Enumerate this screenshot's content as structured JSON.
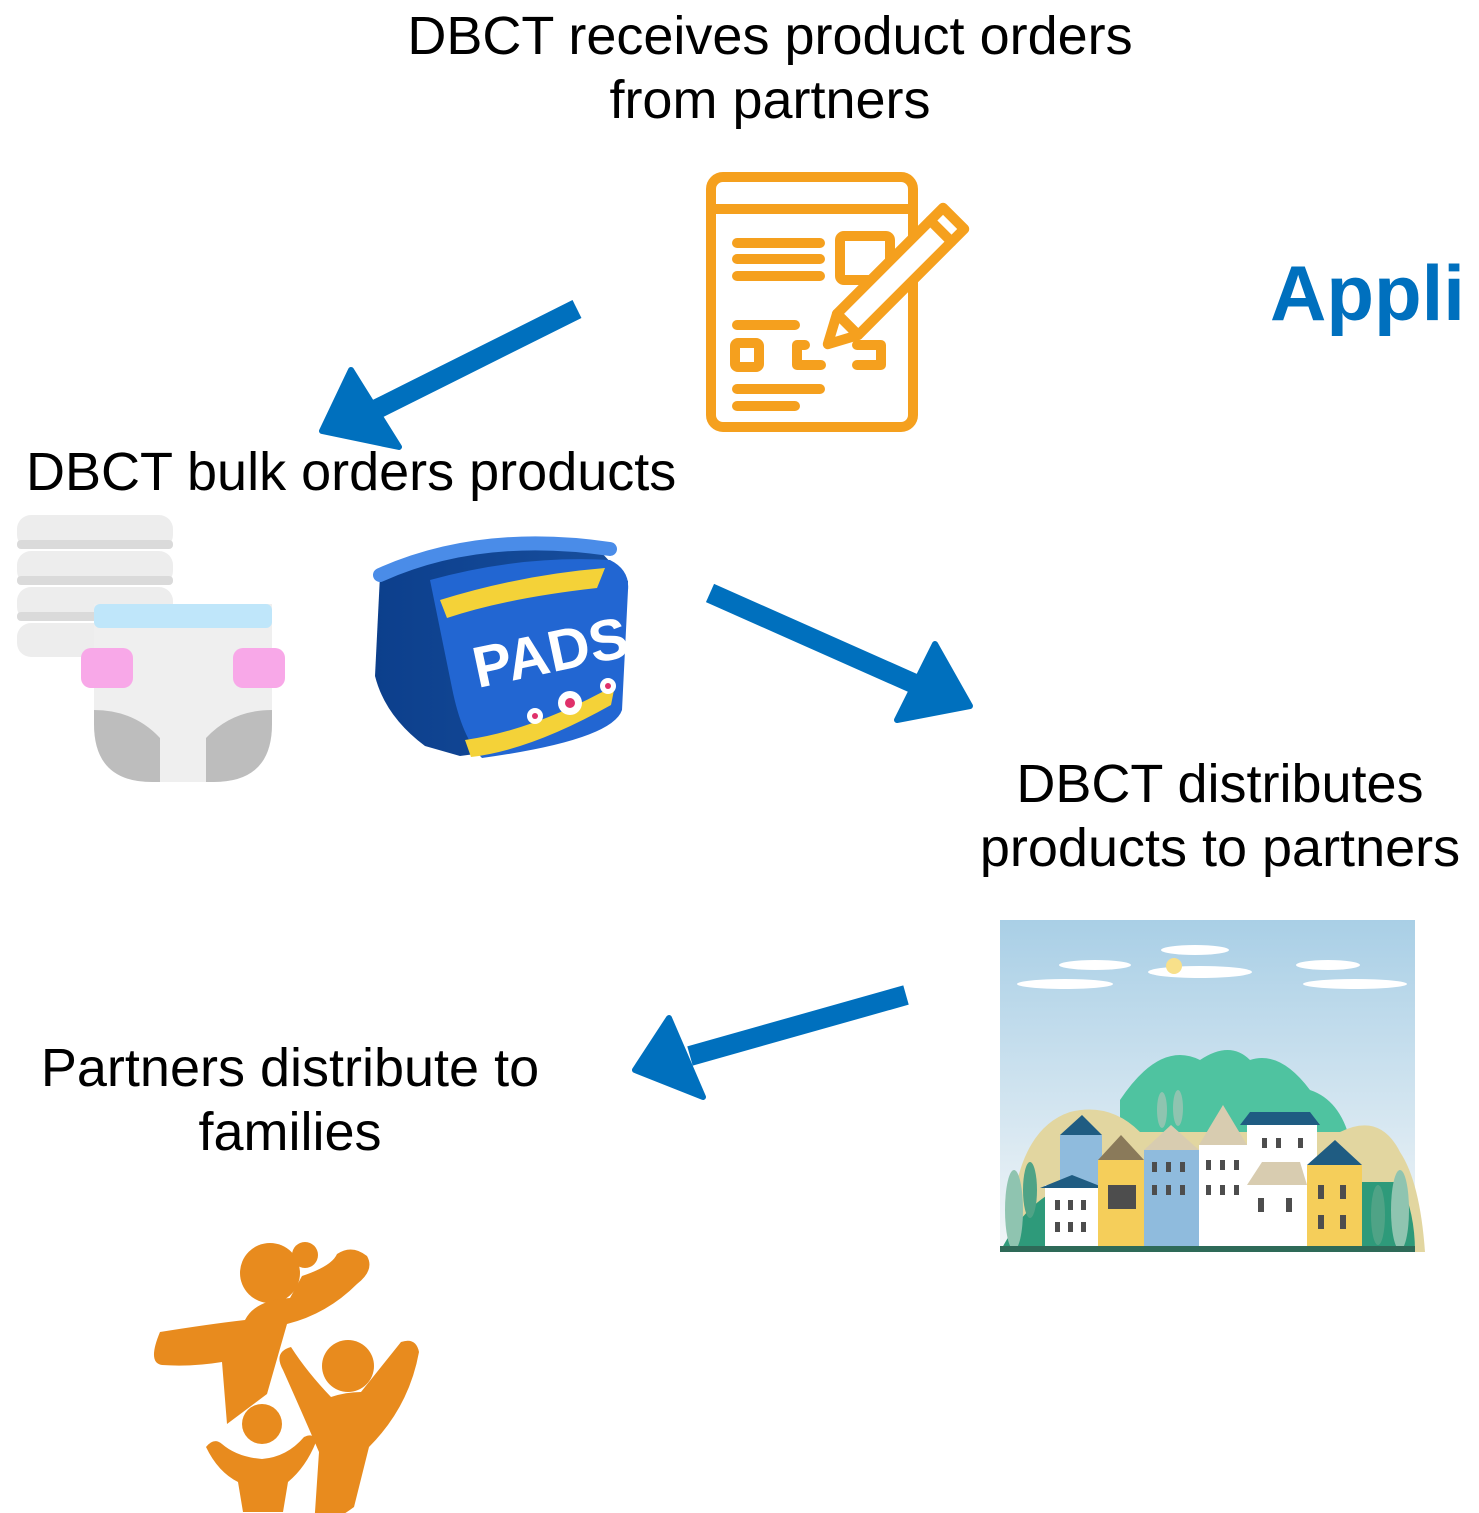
{
  "steps": {
    "receive": "DBCT receives product orders\nfrom partners",
    "bulk": "DBCT bulk orders products",
    "distribute": "DBCT distributes\nproducts to partners",
    "families": "Partners distribute to\nfamilies"
  },
  "side_title": "Appli",
  "package_text": "PADS",
  "colors": {
    "arrow": "#0070BE",
    "title": "#0070BE",
    "order_icon": "#F5A01E",
    "family_icon": "#E88B1E",
    "pads_blue": "#1F5FC8",
    "pads_yellow": "#F4D238"
  },
  "icons": [
    "order-form-icon",
    "diaper-stack-icon",
    "pads-package-icon",
    "village-scene",
    "family-icon"
  ]
}
